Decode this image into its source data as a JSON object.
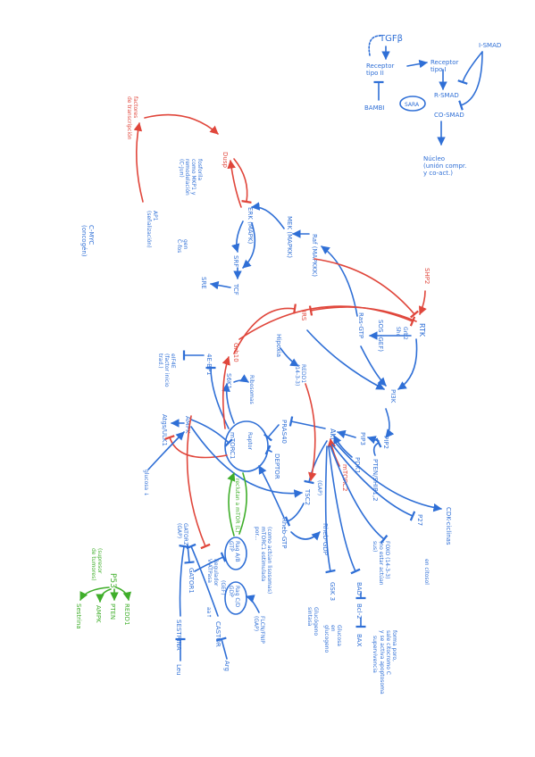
{
  "colors": {
    "blue": "#2f6fd6",
    "red": "#e0463b",
    "green": "#3fae2a"
  },
  "tgf": {
    "tgfb": "TGFβ",
    "receptor2": "Receptor\ntipo II",
    "receptor1": "Receptor\ntipo I",
    "ismad": "I-SMAD",
    "rsmad": "R-SMAD",
    "cosmad": "CO-SMAD",
    "sara": "SARA",
    "bambi": "BAMBI",
    "nucleo": "Núcleo\n(unión compr.\ny co-act.)"
  },
  "mapk": {
    "dusp": "Dusp",
    "factores": "factores\nde transcripción",
    "fosforila": "fosforila\ncomo MKP1 y\nremodelación\n(C-Jun)",
    "erk": "ERK (MAPK)",
    "mek": "MEK (MAPKK)",
    "raf": "Raf (MAPKKK)",
    "ap1": "AP1\n(señalización)",
    "cmyc": "C-MYC\n(oncogén)",
    "gen_cfos": "gen\nC-fos",
    "srf": "SRF",
    "tcf": "TCF",
    "sre": "SRE"
  },
  "rtk": {
    "shp2": "SHP2",
    "irs": "IRS",
    "rtk": "RTK",
    "grb2": "Grb2",
    "shc": "Shc",
    "sos": "SOS (GEF)",
    "ras_gtp": "Ras-GTP",
    "pi3k": "PI3K",
    "grb10": "Grb10"
  },
  "pi3k": {
    "pip2": "PIP2",
    "pip3": "PIP3",
    "pten": "PTEN/SHIP1,2",
    "pdk1": "PDK1",
    "akt": "Akt",
    "mdorc2": "mTORC2",
    "prass": "PRAS40",
    "deptor": "DEPTOR",
    "hipoxia": "Hipoxia",
    "redd1": "REDD1\n(14-3-3)",
    "tsc2": "TSC2",
    "tsc1": "(GAP)",
    "rheb_gtp": "Rheb-GTP",
    "rheb_gdp": "Rheb-GDP",
    "rheb_note": "(como actúan lisosomas)\nmTORC1 estimulada\npor...",
    "cdk": "CDK-ciclinas",
    "p27": "P27",
    "foxo": "FOXO (14-3-3)\n(no estar actúan\nsus)",
    "bad": "BAD",
    "bcl2": "Bcl-2",
    "bax": "BAX",
    "gsk3": "GSK 3",
    "ciclinal": "en citosol",
    "forma_poro": "forma poro,\nsale citocromo C\ny se activa apoptosoma",
    "supervivencia": "supervivencia",
    "gluc": "Glucógeno\nsintasa",
    "gluc2": "Glucosa\nen\nglucogeno"
  },
  "mtor": {
    "mtorc1": "mTORC1",
    "raptor": "Raptor",
    "s6k1": "S6K1",
    "ribosomas": "Ribosomas",
    "4ebp1": "4E-BP1",
    "eif4e": "eIF4E\n(factor inicio\ntrad.)",
    "ampk": "AMPK",
    "atg": "Atgs/ULK1",
    "glucosa": "glucosa ↓",
    "green_note": "reclutan a mTOR (L)",
    "rag_ab": "Rag A/B\nGTP",
    "rag_cd": "Rag C/D\nGDP",
    "regulator": "Regulador\nV-ATPasa",
    "gator2": "GATOR2\n(GAP)",
    "gator1": "GATOR1",
    "sestrina": "SESTRINA",
    "castor": "CASTOR",
    "leu": "Leu",
    "arg": "Arg",
    "gef": "(GEF)",
    "aat": "aa↑",
    "flcn": "FLCN/FNIP\n(GAP)"
  },
  "p53": {
    "title": "P53",
    "subtitle": "(supresor\nde tumores)",
    "pten": "PTEN",
    "ampk": "AMPK",
    "redd1": "REDD1",
    "sestrina": "Sestrina"
  }
}
